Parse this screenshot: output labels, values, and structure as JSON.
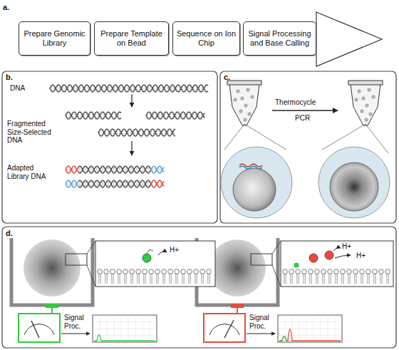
{
  "diagram": {
    "nodes": [
      {
        "text": [
          "Prepare Genomic Library"
        ]
      },
      {
        "text": [
          "Prepare Template on Bead"
        ]
      },
      {
        "text": [
          "Sequence on Ion Chip"
        ]
      },
      {
        "text": [
          "Signal Processing and Base Calling"
        ]
      }
    ],
    "labels": [
      "a.",
      "b.",
      "c.",
      "d.",
      "DNA",
      "Fragmented Size-Selected DNA",
      "Adapted Library DNA",
      "Thermocycle",
      "PCR",
      "H+",
      "Signal Proc.",
      "H+",
      "H+",
      "Signal Proc."
    ]
  }
}
